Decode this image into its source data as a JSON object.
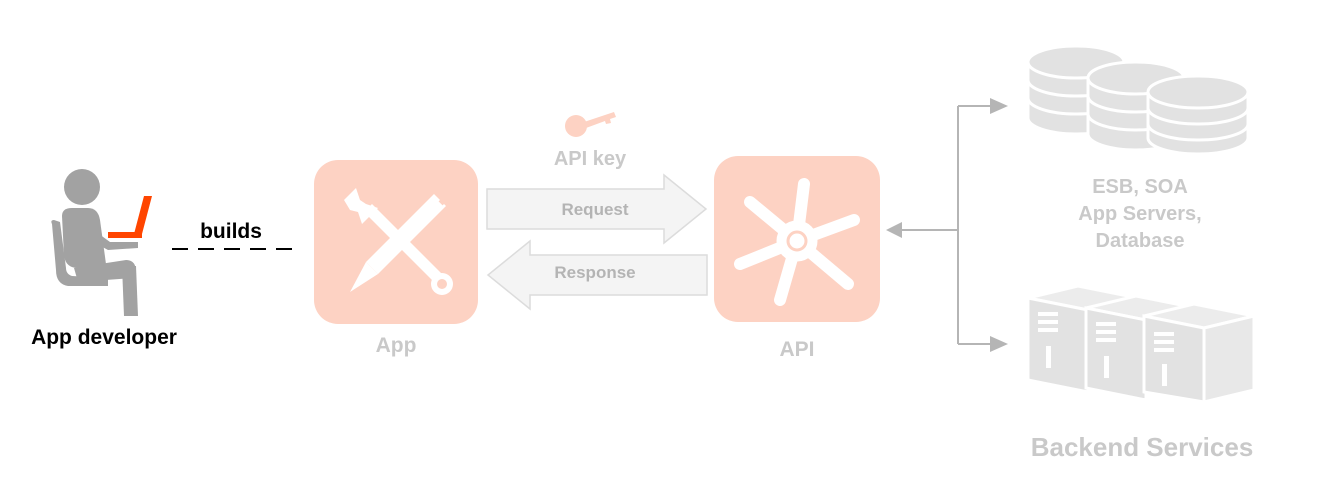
{
  "developer": {
    "label": "App developer"
  },
  "builds_label": "builds",
  "app": {
    "label": "App"
  },
  "api_key": {
    "label": "API key"
  },
  "request_label": "Request",
  "response_label": "Response",
  "api": {
    "label": "API"
  },
  "backend": {
    "line1": "ESB, SOA",
    "line2": "App Servers,",
    "line3": "Database",
    "title": "Backend Services"
  },
  "colors": {
    "accent_orange": "#ff4500",
    "pale_orange": "#fdd2c3",
    "gray_figure": "#a2a2a2",
    "arrow_fill": "#f4f4f4",
    "arrow_stroke": "#dcdcdc",
    "muted_text": "#c9c9c9",
    "backend_gray": "#e2e2e2"
  }
}
